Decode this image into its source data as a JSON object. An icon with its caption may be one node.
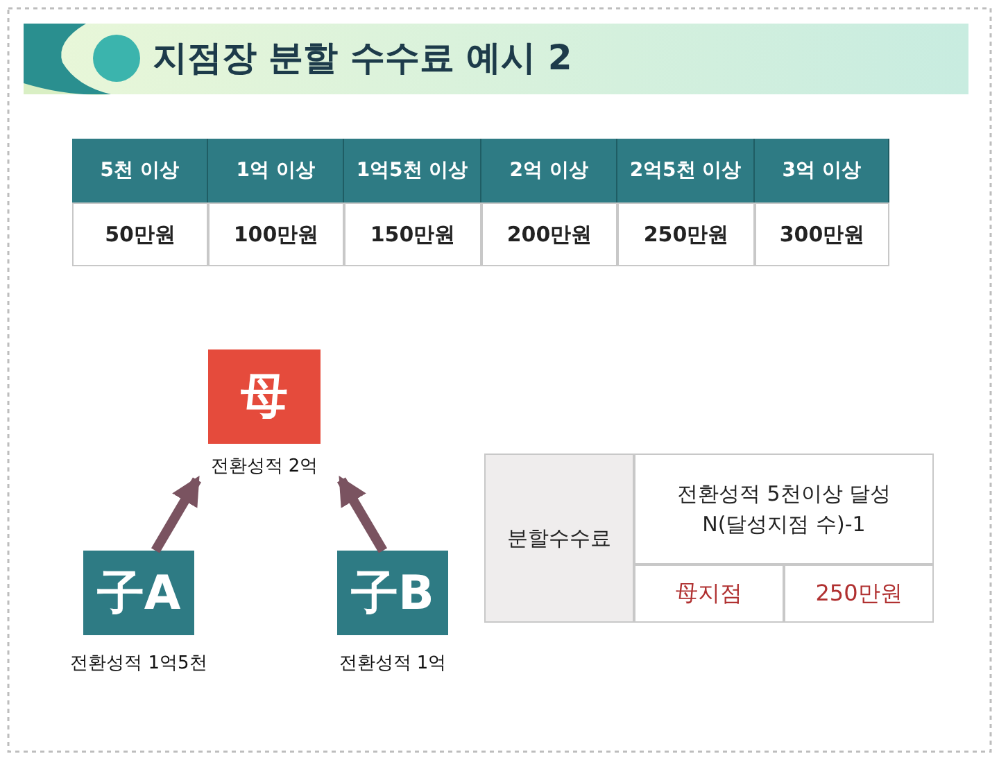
{
  "diagram": {
    "title": "지점장 분할 수수료 예시 2",
    "nodes": [
      {
        "text": [
          "母"
        ],
        "beside": [
          "전환성적 2억"
        ]
      },
      {
        "text": [
          "子A"
        ],
        "beside": [
          "전환성적 1억5천"
        ]
      },
      {
        "text": [
          "子B"
        ],
        "beside": [
          "전환성적 1억"
        ]
      }
    ],
    "edges": [
      {
        "from": 1,
        "to": 0,
        "arrow": "to"
      },
      {
        "from": 2,
        "to": 0,
        "arrow": "to"
      }
    ],
    "labels": [
      "5천 이상",
      "1억 이상",
      "1억5천 이상",
      "2억 이상",
      "2억5천 이상",
      "3억 이상",
      "50만원",
      "100만원",
      "150만원",
      "200만원",
      "250만원",
      "300만원",
      "분할수수료",
      "전환성적 5천이상 달성 N(달성지점 수)-1",
      "母지점",
      "250만원"
    ]
  }
}
